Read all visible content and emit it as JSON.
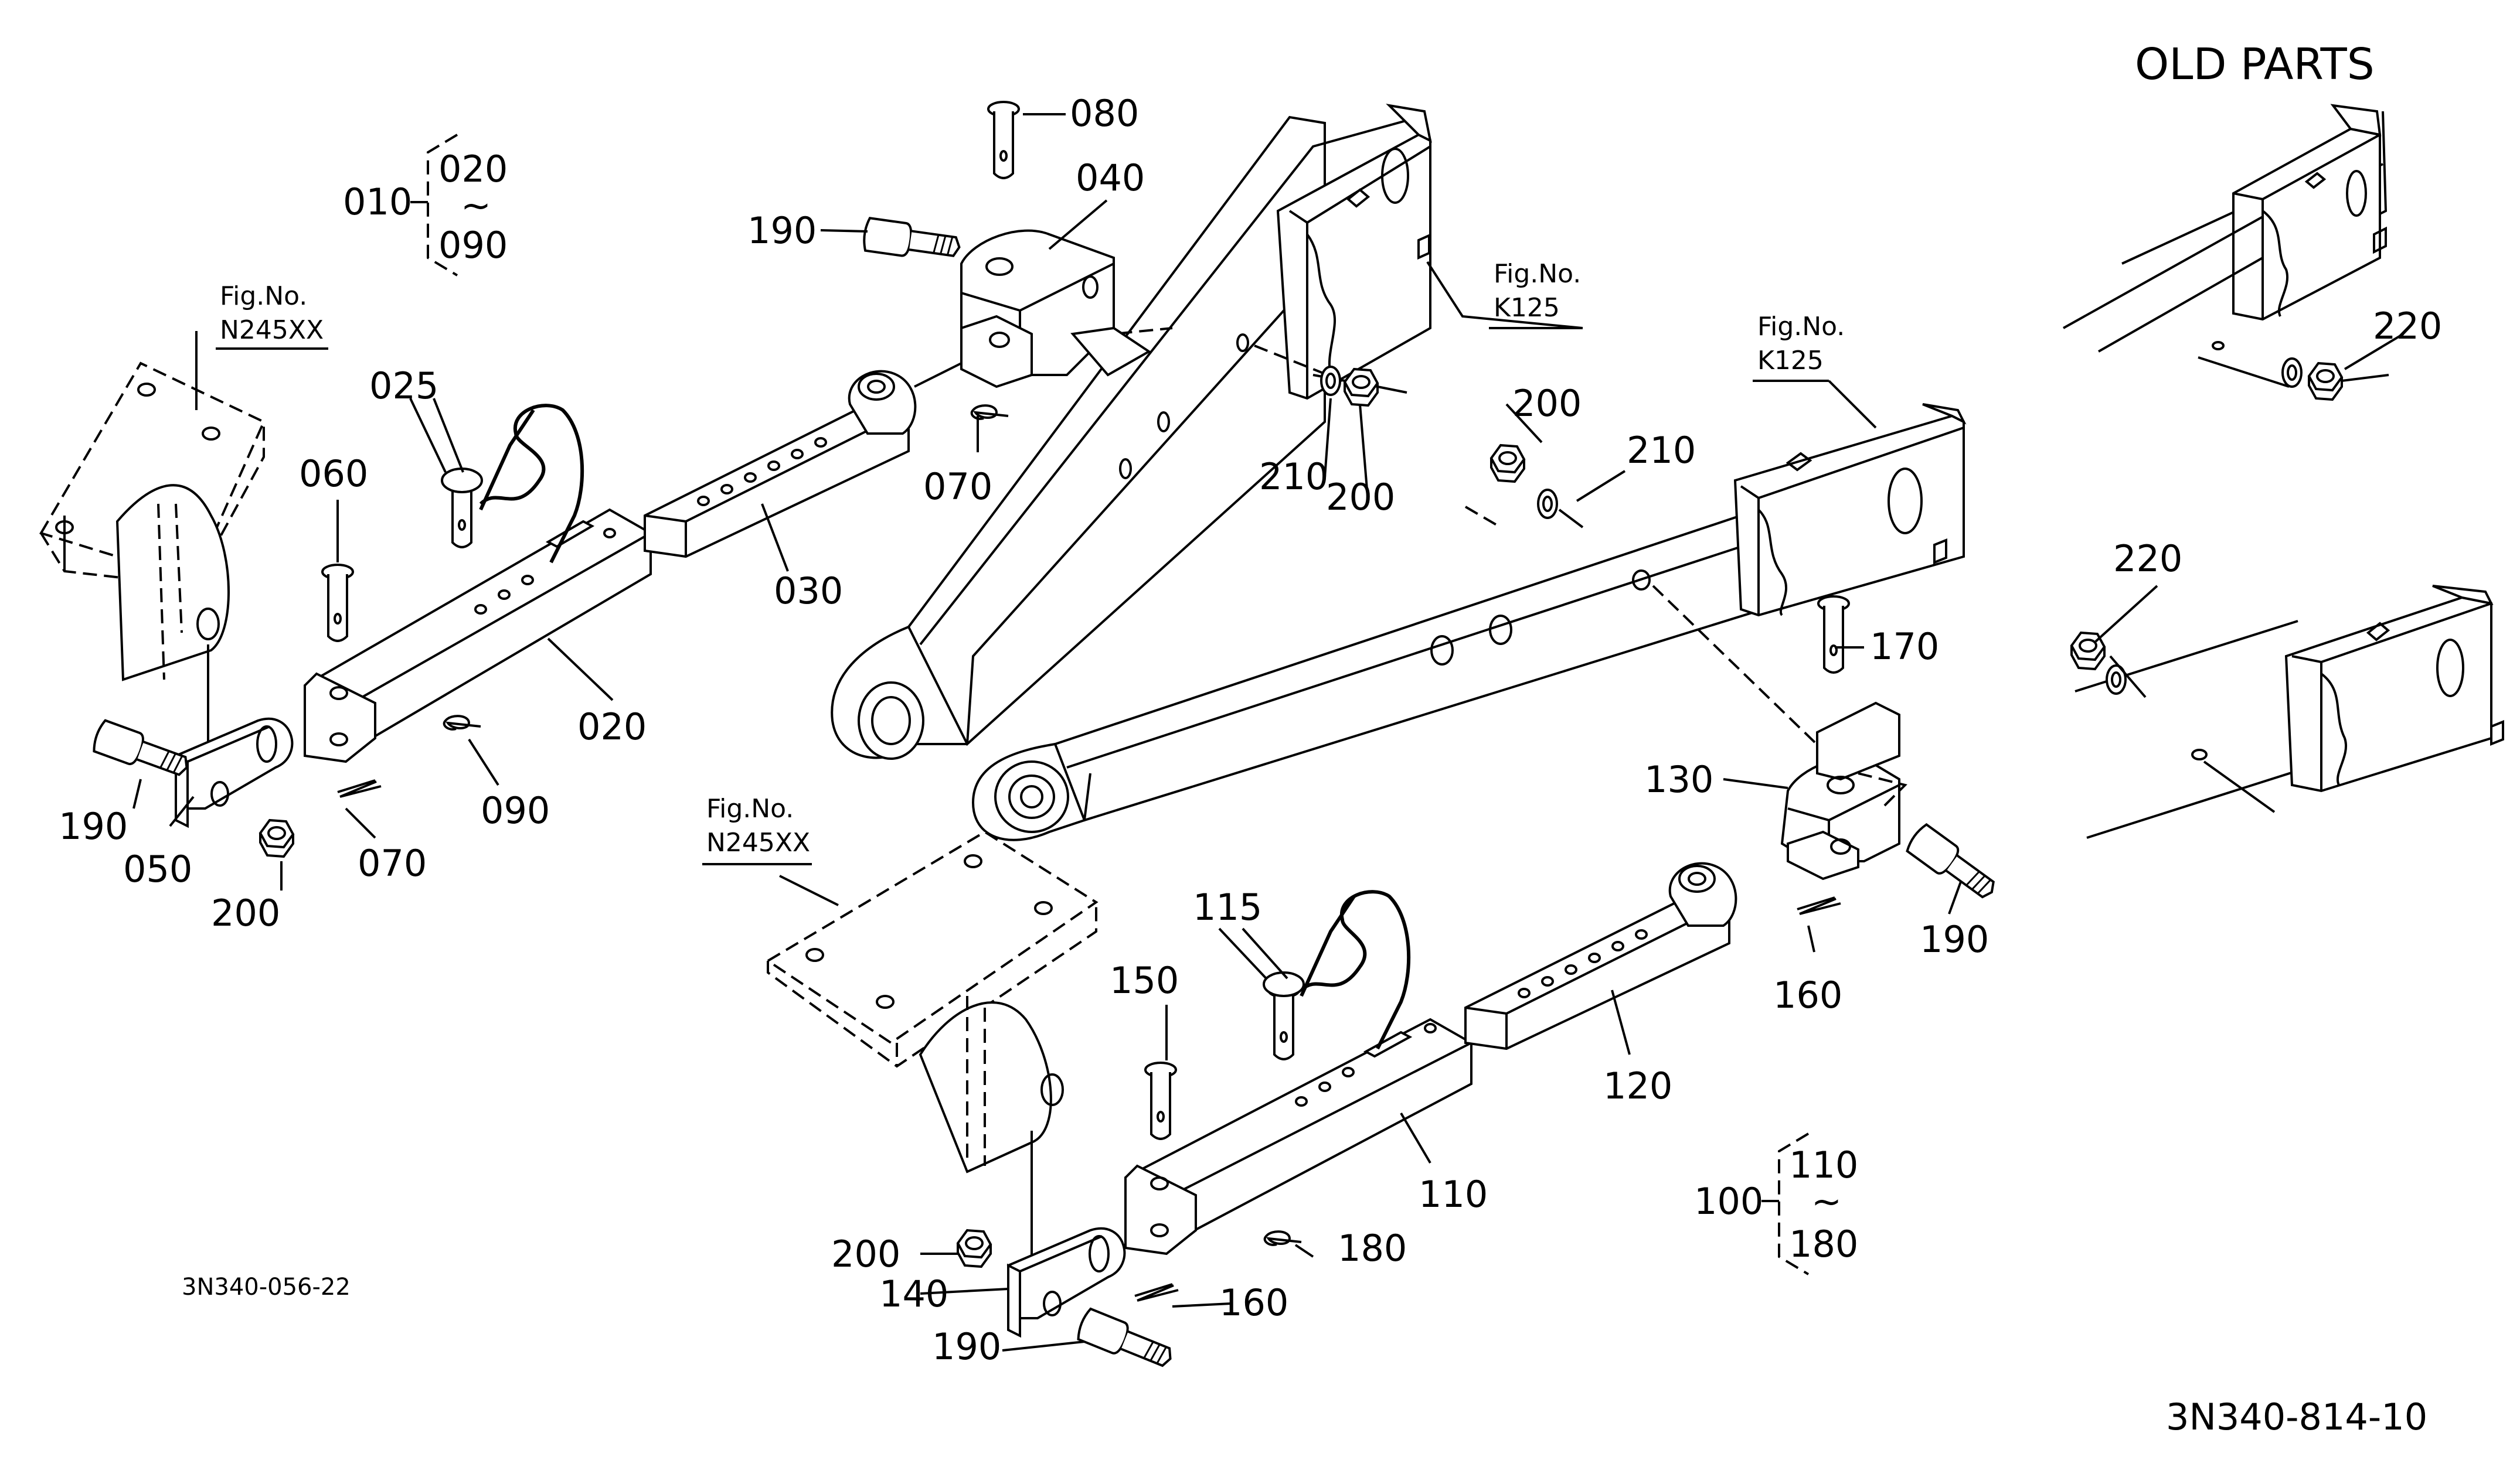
{
  "title": "OLD PARTS",
  "codes": {
    "left": "3N340-056-22",
    "right": "3N340-814-10"
  },
  "figure_refs": {
    "fig_a": {
      "label": "Fig.No.",
      "number": "N245XX"
    },
    "fig_b": {
      "label": "Fig.No.",
      "number": "K125"
    },
    "fig_c": {
      "label": "Fig.No.",
      "number": "K125"
    },
    "fig_d": {
      "label": "Fig.No.",
      "number": "N245XX"
    }
  },
  "assemblies": {
    "upper": {
      "number": "010",
      "from": "020",
      "tilde": "~",
      "to": "090"
    },
    "lower": {
      "number": "100",
      "from": "110",
      "tilde": "~",
      "to": "180"
    }
  },
  "part_labels": {
    "p080": "080",
    "p040": "040",
    "p190_top": "190",
    "p025": "025",
    "p060": "060",
    "p070_top": "070",
    "p030": "030",
    "p020": "020",
    "p090": "090",
    "p190_left": "190",
    "p050": "050",
    "p070_bottom": "070",
    "p200_left": "200",
    "p210_upper": "210",
    "p200_upper": "200",
    "p200_mid": "200",
    "p210_mid": "210",
    "p170": "170",
    "p130": "130",
    "p190_right": "190",
    "p160_right": "160",
    "p115": "115",
    "p150": "150",
    "p120": "120",
    "p110": "110",
    "p200_lower": "200",
    "p140": "140",
    "p180": "180",
    "p160_lower": "160",
    "p190_lower": "190",
    "p220_top": "220",
    "p220_mid": "220"
  }
}
